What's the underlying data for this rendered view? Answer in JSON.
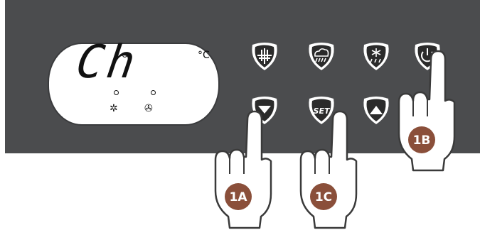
{
  "display": {
    "readout": "Ch",
    "unit": "°C",
    "indicators": [
      "snowflake-icon",
      "fan-icon"
    ]
  },
  "buttons": [
    {
      "id": "defrost",
      "icon": "defrost-icon"
    },
    {
      "id": "humidity",
      "icon": "rain-cloud-icon"
    },
    {
      "id": "freeze",
      "icon": "snowflake-rain-icon"
    },
    {
      "id": "power",
      "icon": "power-icon"
    },
    {
      "id": "down",
      "icon": "down-arrow-icon"
    },
    {
      "id": "set",
      "label": "SET"
    },
    {
      "id": "up",
      "icon": "up-arrow-icon"
    }
  ],
  "callouts": {
    "a": "1A",
    "b": "1B",
    "c": "1C"
  },
  "colors": {
    "panel": "#4b4c4e",
    "button": "#ffffff",
    "badge": "#8a4f3a"
  }
}
